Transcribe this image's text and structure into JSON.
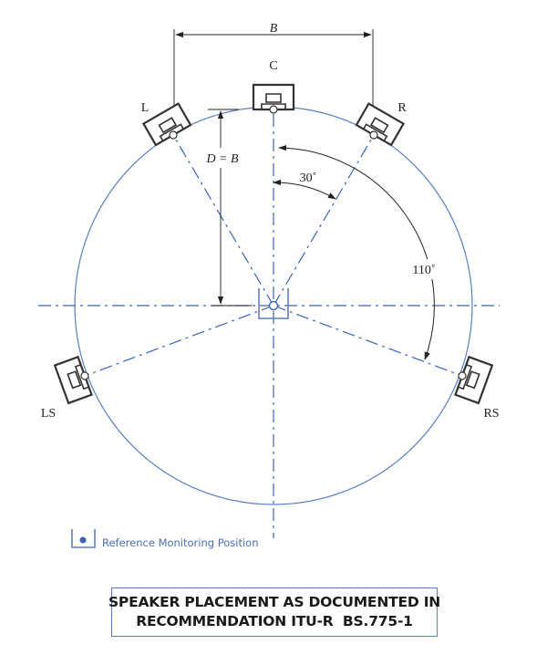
{
  "labels": {
    "dimension_b": "B",
    "distance": "D = B",
    "angle_front": "30˚",
    "angle_surround": "110˚"
  },
  "speakers": {
    "center": "C",
    "left": "L",
    "right": "R",
    "left_surround": "LS",
    "right_surround": "RS"
  },
  "legend": {
    "label": "Reference Monitoring Position"
  },
  "caption": {
    "line1": "SPEAKER PLACEMENT AS DOCUMENTED IN",
    "line2": "RECOMMENDATION ITU-R  BS.775-1"
  },
  "colors": {
    "circle": "#5b7fbf",
    "axis": "#3a64b8",
    "speaker": "#333333",
    "caption_text": "#1a1a1a"
  }
}
